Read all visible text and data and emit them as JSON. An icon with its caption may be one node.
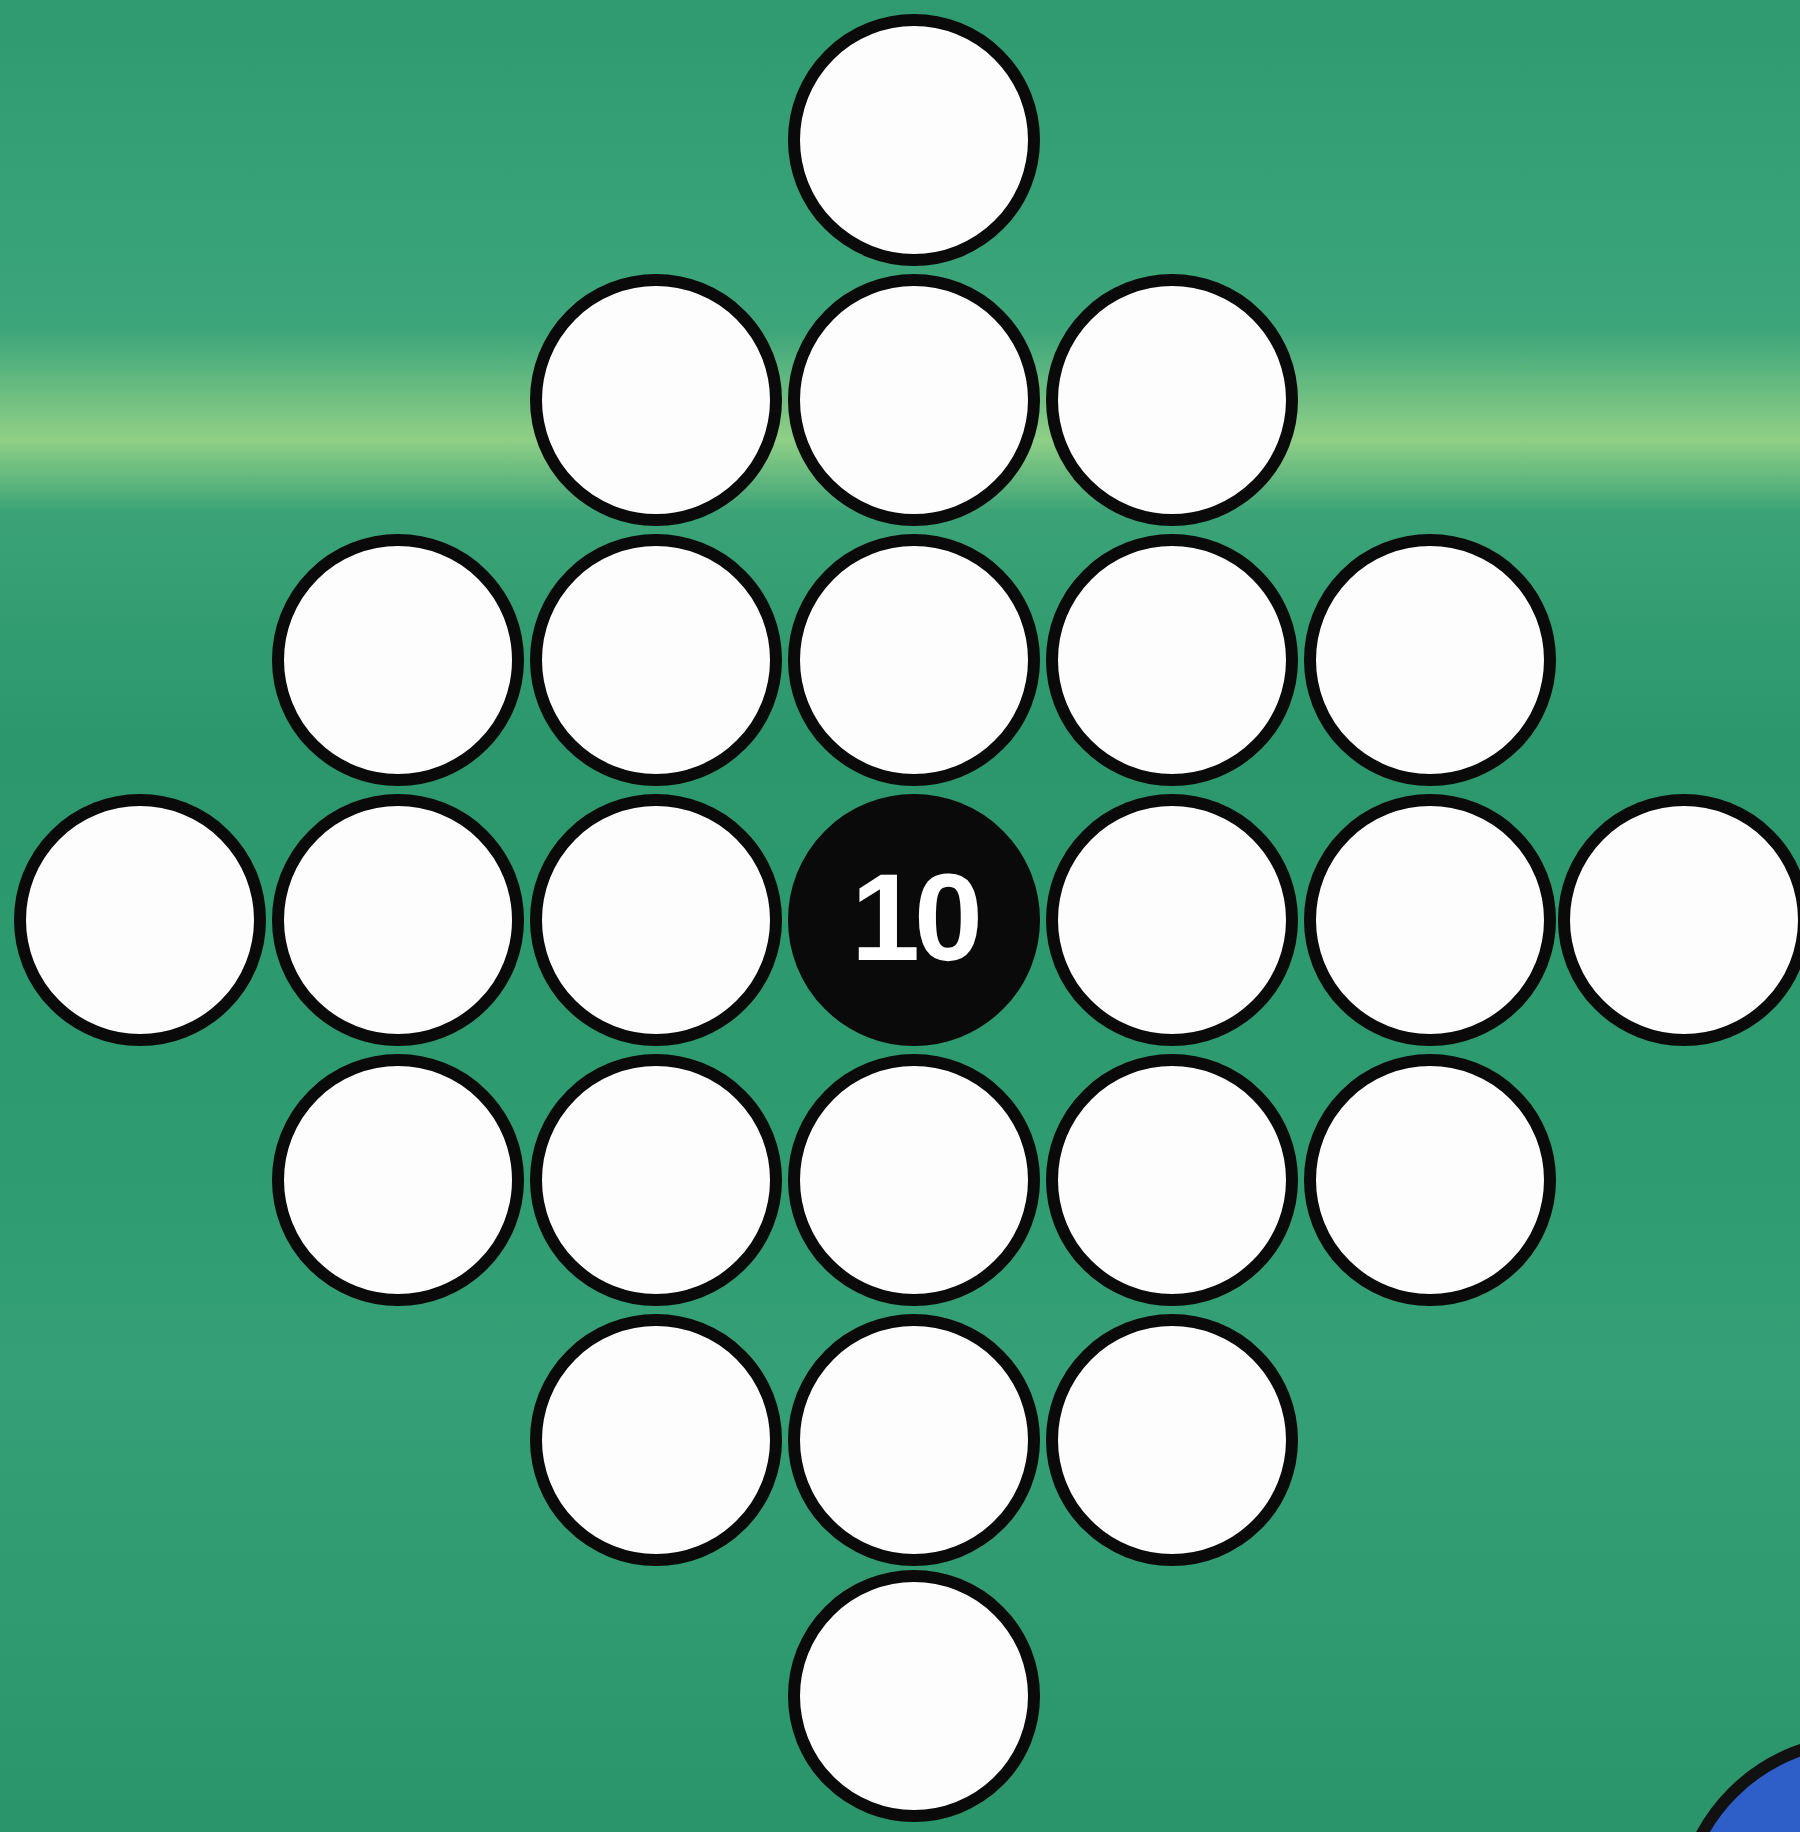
{
  "diagram": {
    "nodes": [
      {
        "text": [],
        "shape": "circle"
      },
      {
        "text": [],
        "shape": "circle"
      },
      {
        "text": [],
        "shape": "circle"
      },
      {
        "text": [],
        "shape": "circle"
      },
      {
        "text": [],
        "shape": "circle"
      },
      {
        "text": [],
        "shape": "circle"
      },
      {
        "text": [],
        "shape": "circle"
      },
      {
        "text": [],
        "shape": "circle"
      },
      {
        "text": [],
        "shape": "circle"
      },
      {
        "text": [],
        "shape": "circle"
      },
      {
        "text": [],
        "shape": "circle"
      },
      {
        "text": [],
        "shape": "circle"
      },
      {
        "text": [
          "10"
        ]
      },
      {
        "text": [],
        "shape": "circle"
      },
      {
        "text": [],
        "shape": "circle"
      },
      {
        "text": [],
        "shape": "circle"
      },
      {
        "text": [],
        "shape": "circle"
      },
      {
        "text": [],
        "shape": "circle"
      },
      {
        "text": [],
        "shape": "circle"
      },
      {
        "text": [],
        "shape": "circle"
      },
      {
        "text": [],
        "shape": "circle"
      },
      {
        "text": [],
        "shape": "circle"
      },
      {
        "text": [],
        "shape": "circle"
      },
      {
        "text": [],
        "shape": "circle"
      },
      {
        "text": [],
        "shape": "circle"
      }
    ]
  }
}
